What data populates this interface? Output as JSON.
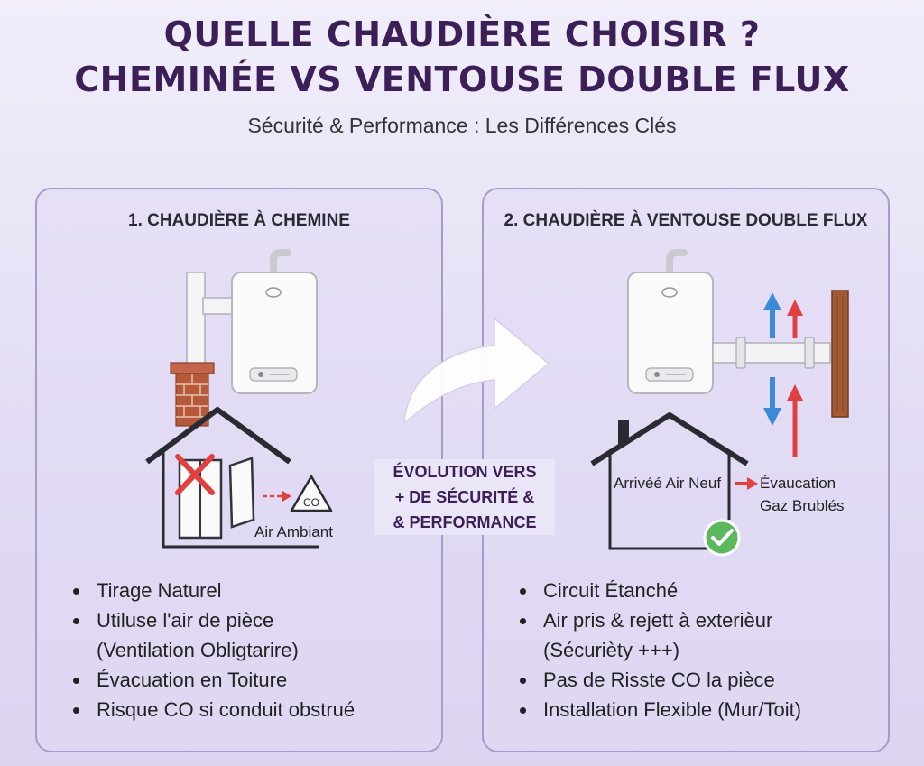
{
  "header": {
    "title_line1": "QUELLE CHAUDIÈRE CHOISIR ?",
    "title_line2": "CHEMINÉE VS VENTOUSE DOUBLE FLUX",
    "subtitle": "Sécurité & Performance : Les Différences Clés"
  },
  "left_panel": {
    "title": "1. CHAUDIÈRE À CHEMINE",
    "co_label": "CO",
    "air_label": "Air Ambiant",
    "bullets": [
      "Tirage Naturel",
      "Utiluse l'air de pièce",
      "(Ventilation Obligtarire)",
      "Évacuation en Toiture",
      "Risque CO si conduit obstrué"
    ]
  },
  "middle": {
    "line1": "ÉVOLUTION VERS",
    "line2": "+ DE SÉCURITÉ &",
    "line3": "& PERFORMANCE"
  },
  "right_panel": {
    "title": "2. CHAUDIÈRE À VENTOUSE DOUBLE FLUX",
    "air_in_label": "Arrivéé Air Neuf",
    "exhaust_line1": "Évaucation",
    "exhaust_line2": "Gaz Brublés",
    "bullets": [
      "Circuit Étanché",
      "Air pris & rejett à exterièur",
      "(Sécurièty +++)",
      "Pas de Risste CO la pièce",
      "Installation Flexible (Mur/Toit)"
    ]
  },
  "colors": {
    "title": "#3b1f56",
    "brick": "#b5593a",
    "danger_red": "#e04040",
    "fresh_air_blue": "#3a8ad8",
    "check_green": "#5cb85c",
    "wood": "#a35a34"
  },
  "icons": {
    "left_boiler": "boiler-icon",
    "right_boiler": "boiler-icon",
    "chimney": "brick-chimney-icon",
    "forbidden": "red-x-icon",
    "co_warning": "warning-triangle-icon",
    "evolution": "curved-arrow-icon",
    "check": "check-circle-icon"
  }
}
